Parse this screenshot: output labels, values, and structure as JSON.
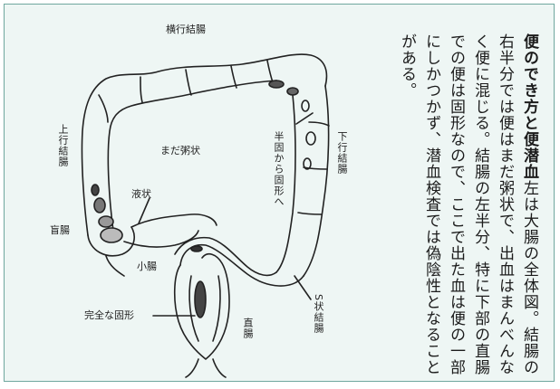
{
  "heading": "便のでき方と便潜血",
  "body": "左は大腸の全体図。結腸の右半分では便はまだ粥状で、出血はまんべんなく便に混じる。結腸の左半分、特に下部の直腸での便は固形なので、ここで出た血は便の一部にしかつかず、潜血検査では偽陰性となることがある。",
  "labels": {
    "transverse": "横行結腸",
    "ascending": "上行結腸",
    "descending": "下行結腸",
    "cecum": "盲腸",
    "small_intestine": "小腸",
    "liquid": "液状",
    "porridge": "まだ粥状",
    "semisolid": "半固から固形へ",
    "solid": "完全な固形",
    "rectum": "直腸",
    "sigmoid": "S状結腸"
  },
  "colors": {
    "panel": "#eef6f4",
    "border": "#6fa79e",
    "ink": "#222222"
  }
}
